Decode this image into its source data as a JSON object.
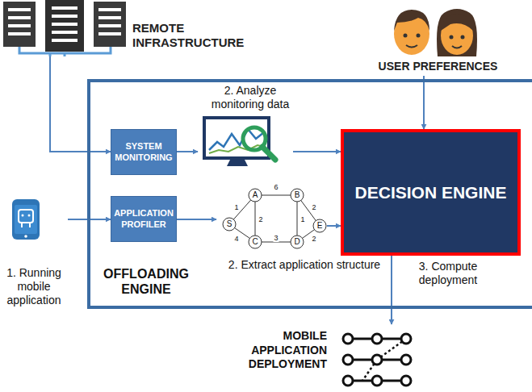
{
  "diagram": {
    "nodes": [
      {
        "text": [
          "REMOTE INFRASTRUCTURE"
        ]
      },
      {
        "text": [
          "USER PREFERENCES"
        ]
      },
      {
        "text": [
          "OFFLOADING ENGINE"
        ]
      },
      {
        "text": [
          "SYSTEM MONITORING"
        ],
        "in": 2
      },
      {
        "text": [
          "APPLICATION PROFILER"
        ],
        "in": 2
      },
      {
        "text": [
          "2. Analyze monitoring data"
        ],
        "in": 2
      },
      {
        "text": [
          "2. Extract application structure"
        ],
        "in": 2
      },
      {
        "text": [
          "DECISION ENGINE"
        ],
        "in": 2
      },
      {
        "text": [
          "1. Running mobile application"
        ]
      },
      {
        "text": [
          "MOBILE APPLICATION DEPLOYMENT"
        ]
      }
    ],
    "edges": [
      {
        "from": 0,
        "to": 3,
        "arrow": "to"
      },
      {
        "from": 1,
        "to": 7,
        "arrow": "to"
      },
      {
        "from": 8,
        "to": 4,
        "arrow": "to"
      },
      {
        "from": 3,
        "to": 5,
        "arrow": "to"
      },
      {
        "from": 4,
        "to": 6,
        "arrow": "to"
      },
      {
        "from": 5,
        "to": 7,
        "arrow": "to"
      },
      {
        "from": 6,
        "to": 7,
        "arrow": "to"
      },
      {
        "from": 7,
        "to": 9,
        "label": "3. Compute deployment",
        "arrow": "to"
      }
    ],
    "labels": [
      "S",
      "A",
      "B",
      "C",
      "D",
      "E",
      "1",
      "6",
      "2",
      "4",
      "2",
      "3",
      "1",
      "2"
    ]
  }
}
